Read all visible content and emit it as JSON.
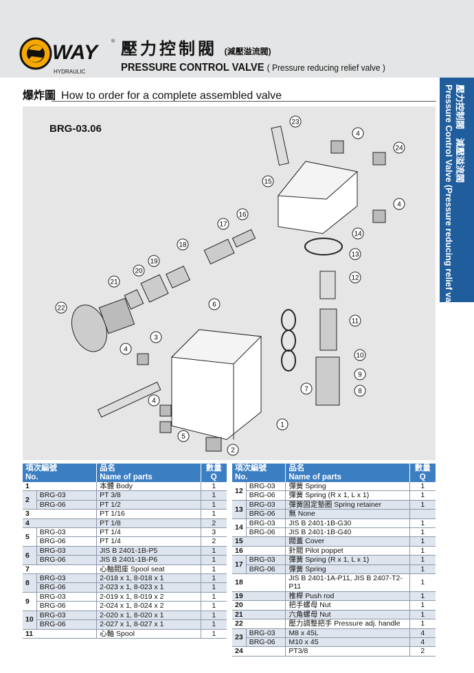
{
  "header": {
    "brand": "WAY",
    "brand_sub": "HYDRAULIC",
    "registered": "®",
    "title_cn": "壓力控制閥",
    "title_cn_sub": "(減壓溢流閥)",
    "title_en": "PRESSURE CONTROL VALVE",
    "title_en_sub": "( Pressure reducing relief valve )"
  },
  "section": {
    "cn": "爆炸圖",
    "en": "How to order for a complete assembled valve"
  },
  "side_tab": {
    "cn": "壓力控制閥　減壓溢流閥",
    "en": "Pressure Control Valve (Pressure reducing relief valve)"
  },
  "diagram": {
    "model": "BRG-03.06",
    "callouts": [
      "23",
      "4",
      "24",
      "15",
      "4",
      "16",
      "17",
      "14",
      "13",
      "18",
      "12",
      "19",
      "20",
      "21",
      "22",
      "6",
      "11",
      "3",
      "4",
      "10",
      "9",
      "7",
      "8",
      "4",
      "1",
      "5",
      "2"
    ]
  },
  "table_headers": {
    "no_cn": "項次編號",
    "no_en": "No.",
    "name_cn": "品名",
    "name_en": "Name of parts",
    "q_cn": "數量",
    "q_en": "Q"
  },
  "left_table": [
    {
      "no": "1",
      "rows": [
        {
          "model": "",
          "name": "本體 Body",
          "q": "1"
        }
      ]
    },
    {
      "no": "2",
      "rows": [
        {
          "model": "BRG-03",
          "name": "PT 3/8",
          "q": "1"
        },
        {
          "model": "BRG-06",
          "name": "PT 1/2",
          "q": "1"
        }
      ]
    },
    {
      "no": "3",
      "rows": [
        {
          "model": "",
          "name": "PT 1/16",
          "q": "1"
        }
      ]
    },
    {
      "no": "4",
      "rows": [
        {
          "model": "",
          "name": "PT 1/8",
          "q": "2"
        }
      ]
    },
    {
      "no": "5",
      "rows": [
        {
          "model": "BRG-03",
          "name": "PT 1/4",
          "q": "3"
        },
        {
          "model": "BRG-06",
          "name": "PT 1/4",
          "q": "2"
        }
      ]
    },
    {
      "no": "6",
      "rows": [
        {
          "model": "BRG-03",
          "name": "JIS B 2401-1B-P5",
          "q": "1"
        },
        {
          "model": "BRG-06",
          "name": "JIS B 2401-1B-P6",
          "q": "1"
        }
      ]
    },
    {
      "no": "7",
      "rows": [
        {
          "model": "",
          "name": "心軸閥座 Spool seat",
          "q": "1"
        }
      ]
    },
    {
      "no": "8",
      "rows": [
        {
          "model": "BRG-03",
          "name": "2-018 x 1, 8-018 x 1",
          "q": "1"
        },
        {
          "model": "BRG-06",
          "name": "2-023 x 1, 8-023 x 1",
          "q": "1"
        }
      ]
    },
    {
      "no": "9",
      "rows": [
        {
          "model": "BRG-03",
          "name": "2-019 x 1, 8-019 x 2",
          "q": "1"
        },
        {
          "model": "BRG-06",
          "name": "2-024 x 1, 8-024 x 2",
          "q": "1"
        }
      ]
    },
    {
      "no": "10",
      "rows": [
        {
          "model": "BRG-03",
          "name": "2-020 x 1, 8-020 x 1",
          "q": "1"
        },
        {
          "model": "BRG-06",
          "name": "2-027 x 1, 8-027 x 1",
          "q": "1"
        }
      ]
    },
    {
      "no": "11",
      "rows": [
        {
          "model": "",
          "name": "心軸 Spool",
          "q": "1"
        }
      ]
    }
  ],
  "right_table": [
    {
      "no": "12",
      "rows": [
        {
          "model": "BRG-03",
          "name": "彈簧 Spring",
          "q": "1"
        },
        {
          "model": "BRG-06",
          "name": "彈簧 Spring (R x 1, L x 1)",
          "q": "1"
        }
      ]
    },
    {
      "no": "13",
      "rows": [
        {
          "model": "BRG-03",
          "name": "彈簧固定墊圈 Spring retainer",
          "q": "1"
        },
        {
          "model": "BRG-06",
          "name": "無 None",
          "q": ""
        }
      ]
    },
    {
      "no": "14",
      "rows": [
        {
          "model": "BRG-03",
          "name": "JIS B 2401-1B-G30",
          "q": "1"
        },
        {
          "model": "BRG-06",
          "name": "JIS B 2401-1B-G40",
          "q": "1"
        }
      ]
    },
    {
      "no": "15",
      "rows": [
        {
          "model": "",
          "name": "閥蓋 Cover",
          "q": "1"
        }
      ]
    },
    {
      "no": "16",
      "rows": [
        {
          "model": "",
          "name": "針閥 Pilot poppet",
          "q": "1"
        }
      ]
    },
    {
      "no": "17",
      "rows": [
        {
          "model": "BRG-03",
          "name": "彈簧 Spring (R x 1, L x 1)",
          "q": "1"
        },
        {
          "model": "BRG-06",
          "name": "彈簧 Spring",
          "q": "1"
        }
      ]
    },
    {
      "no": "18",
      "rows": [
        {
          "model": "",
          "name": "JIS B 2401-1A-P11, JIS B 2407-T2-P11",
          "q": "1"
        }
      ]
    },
    {
      "no": "19",
      "rows": [
        {
          "model": "",
          "name": "推桿 Push rod",
          "q": "1"
        }
      ]
    },
    {
      "no": "20",
      "rows": [
        {
          "model": "",
          "name": "把手螺母 Nut",
          "q": "1"
        }
      ]
    },
    {
      "no": "21",
      "rows": [
        {
          "model": "",
          "name": "六角螺母 Nut",
          "q": "1"
        }
      ]
    },
    {
      "no": "22",
      "rows": [
        {
          "model": "",
          "name": "壓力調整把手 Pressure adj. handle",
          "q": "1"
        }
      ]
    },
    {
      "no": "23",
      "rows": [
        {
          "model": "BRG-03",
          "name": "M8 x 45L",
          "q": "4"
        },
        {
          "model": "BRG-06",
          "name": "M10 x 45",
          "q": "4"
        }
      ]
    },
    {
      "no": "24",
      "rows": [
        {
          "model": "",
          "name": "PT3/8",
          "q": "2"
        }
      ]
    }
  ],
  "colors": {
    "header_bg": "#e4e5e6",
    "accent_blue": "#1f5d9c",
    "table_head": "#3c7ec2",
    "row_shade": "#dfe5ee",
    "logo_orange": "#f5a800"
  }
}
